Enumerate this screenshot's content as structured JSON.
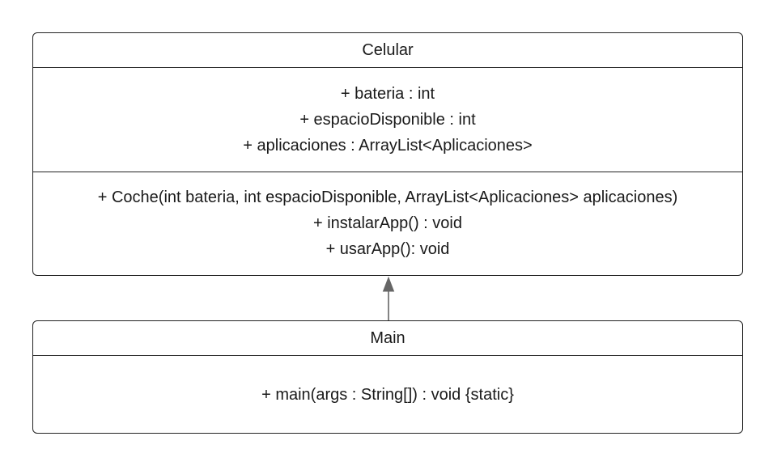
{
  "diagram": {
    "classes": [
      {
        "name": "Celular",
        "attributes": [
          "+ bateria : int",
          "+ espacioDisponible : int",
          "+ aplicaciones : ArrayList<Aplicaciones>"
        ],
        "methods": [
          "+ Coche(int bateria, int espacioDisponible, ArrayList<Aplicaciones> aplicaciones)",
          "+ instalarApp() : void",
          "+ usarApp(): void"
        ]
      },
      {
        "name": "Main",
        "methods": [
          "+ main(args : String[]) : void {static}"
        ]
      }
    ],
    "relationships": [
      {
        "type": "inheritance",
        "from": "Main",
        "to": "Celular"
      }
    ],
    "colors": {
      "border": "#222222",
      "arrow": "#666666",
      "background": "#ffffff"
    }
  }
}
